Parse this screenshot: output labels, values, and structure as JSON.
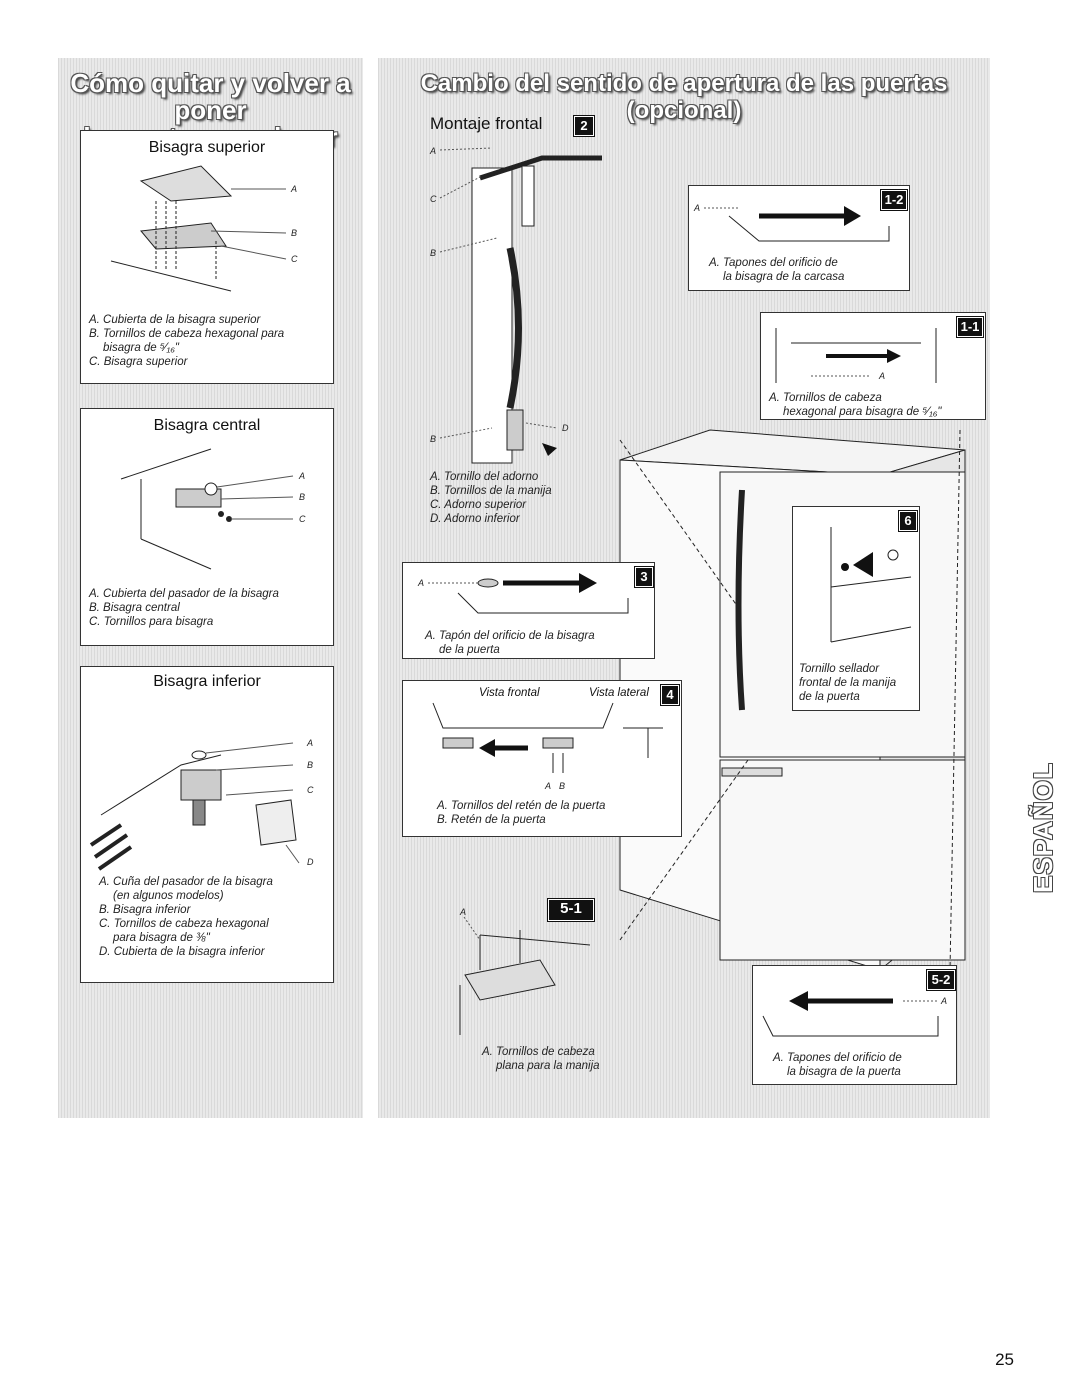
{
  "left_section": {
    "title_line1": "Cómo quitar y volver a poner",
    "title_line2": "la puerta en su lugar",
    "top_hinge": {
      "title": "Bisagra superior",
      "callouts": [
        "A",
        "B",
        "C"
      ],
      "legend": [
        "A. Cubierta de la bisagra superior",
        "B. Tornillos de cabeza hexagonal para",
        "bisagra de ⁵⁄₁₆\"",
        "C. Bisagra superior"
      ]
    },
    "center_hinge": {
      "title": "Bisagra central",
      "callouts": [
        "A",
        "B",
        "C"
      ],
      "legend": [
        "A. Cubierta del pasador de la bisagra",
        "B. Bisagra central",
        "C. Tornillos para bisagra"
      ]
    },
    "bottom_hinge": {
      "title": "Bisagra inferior",
      "callouts": [
        "A",
        "B",
        "C",
        "D"
      ],
      "legend": [
        "A. Cuña del pasador de la bisagra",
        "(en algunos modelos)",
        "B. Bisagra inferior",
        "C. Tornillos de cabeza hexagonal",
        "para bisagra de ⅜\"",
        "D. Cubierta de la bisagra inferior"
      ]
    }
  },
  "right_section": {
    "title": "Cambio del sentido de apertura de las puertas (opcional)",
    "front_mount": {
      "title": "Montaje frontal",
      "badge": "2",
      "callouts": [
        "A",
        "C",
        "B",
        "B",
        "D"
      ],
      "legend": [
        "A. Tornillo del adorno",
        "B. Tornillos de la manija",
        "C. Adorno superior",
        "D. Adorno inferior"
      ]
    },
    "step_1_2": {
      "badge": "1-2",
      "callout": "A",
      "legend": [
        "A. Tapones del orificio de",
        "la bisagra de la carcasa"
      ]
    },
    "step_1_1": {
      "badge": "1-1",
      "callout": "A",
      "legend": [
        "A. Tornillos de cabeza",
        "hexagonal para bisagra de ⁵⁄₁₆\""
      ]
    },
    "step_3": {
      "badge": "3",
      "callout": "A",
      "legend": [
        "A. Tapón del orificio de la bisagra",
        "de la puerta"
      ]
    },
    "step_4": {
      "badge": "4",
      "front_view": "Vista frontal",
      "side_view": "Vista lateral",
      "callouts": [
        "A",
        "B"
      ],
      "legend": [
        "A. Tornillos del retén de la puerta",
        "B. Retén de la puerta"
      ]
    },
    "step_6": {
      "badge": "6",
      "legend": [
        "Tornillo sellador",
        "frontal de la manija",
        "de la puerta"
      ]
    },
    "step_5_1": {
      "badge": "5-1",
      "callout": "A",
      "legend": [
        "A. Tornillos de cabeza",
        "plana para la manija"
      ]
    },
    "step_5_2": {
      "badge": "5-2",
      "callout": "A",
      "legend": [
        "A. Tapones del orificio de",
        "la bisagra de la puerta"
      ]
    }
  },
  "side_label": "ESPAÑOL",
  "page_number": "25"
}
